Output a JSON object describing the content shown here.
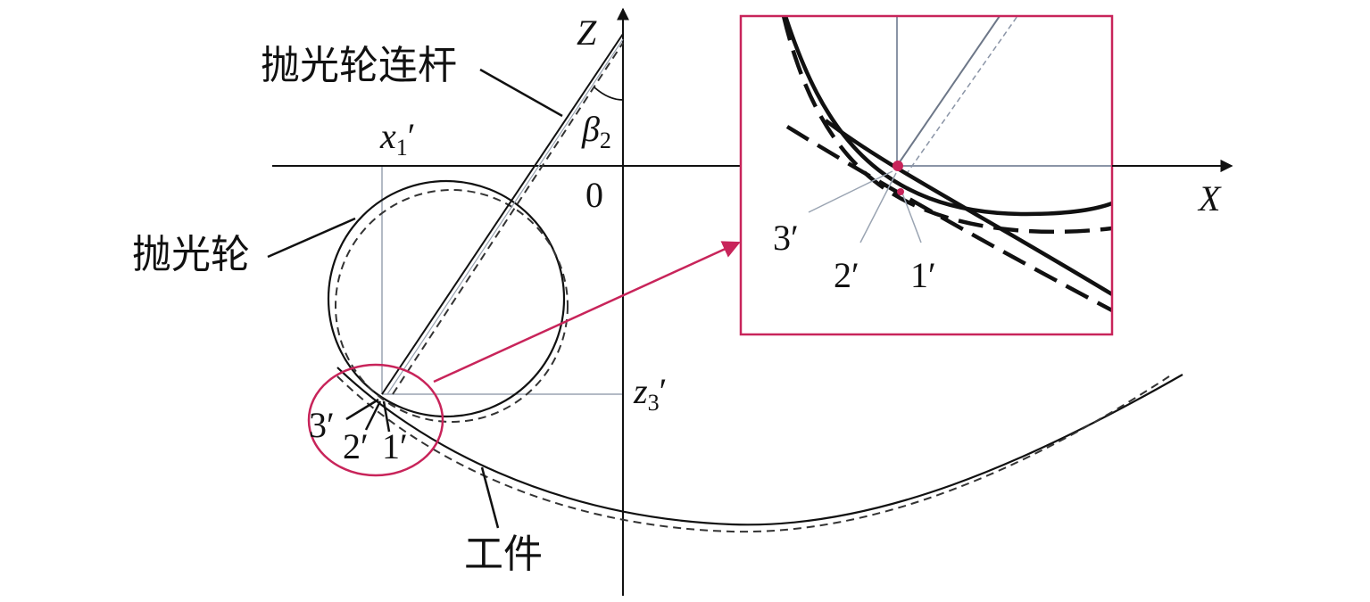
{
  "labels": {
    "link": "抛光轮连杆",
    "wheel": "抛光轮",
    "workpiece": "工件",
    "z_axis": "Z",
    "x_axis": "X",
    "origin": "0",
    "beta_sym": "β",
    "beta_sub": "2",
    "x1_sym": "x",
    "x1_sub": "1",
    "x1_prime": "′",
    "z3_sym": "z",
    "z3_sub": "3",
    "z3_prime": "′",
    "pt1": "1′",
    "pt2": "2′",
    "pt3": "3′",
    "inset_pt1": "1′",
    "inset_pt2": "2′",
    "inset_pt3": "3′"
  },
  "colors": {
    "highlight": "#c8245a",
    "line": "#111111",
    "guide": "#9aa4b2"
  }
}
